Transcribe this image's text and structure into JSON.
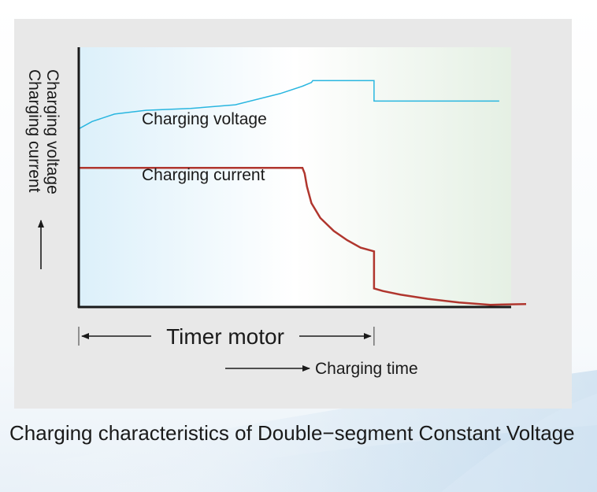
{
  "chart_data": {
    "type": "line",
    "title": "",
    "ylabel_lines": [
      "Charging voltage",
      "Charging current"
    ],
    "xlabel": "Charging time",
    "timer_label": "Timer motor",
    "series": [
      {
        "name": "Charging voltage",
        "color": "#29b6e0",
        "x": [
          0,
          3,
          8,
          15,
          25,
          35,
          45,
          50,
          52,
          52.3,
          66,
          66,
          94
        ],
        "y": [
          48,
          50,
          52,
          53,
          53.5,
          54.5,
          57.5,
          59.5,
          60.5,
          61,
          61,
          55.5,
          55.5
        ]
      },
      {
        "name": "Charging current",
        "color": "#b0362e",
        "x": [
          0,
          50,
          50.5,
          51,
          52,
          54,
          57,
          60,
          63,
          66,
          66,
          68,
          72,
          78,
          85,
          92,
          100
        ],
        "y": [
          37.5,
          37.5,
          36,
          32.5,
          28,
          24,
          20.5,
          18,
          16,
          15,
          5,
          4.3,
          3.3,
          2.2,
          1.2,
          0.6,
          0.8
        ]
      }
    ],
    "xlim": [
      0,
      100
    ],
    "ylim": [
      0,
      70
    ],
    "timer_range": [
      0,
      66
    ],
    "grid": false,
    "background_left_color": "#dcf0fa",
    "background_right_color": "#e5f0e4"
  },
  "caption": "Charging characteristics of Double−segment Constant Voltage"
}
